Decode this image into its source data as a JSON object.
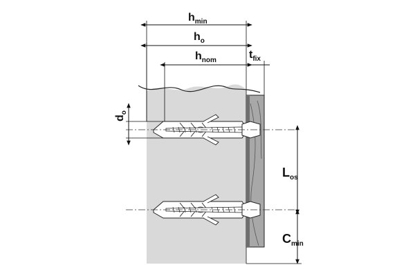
{
  "colors": {
    "substrate": "#d9d9d9",
    "fixture": "#a8a8a8",
    "fixture_dark": "#6e6e6e",
    "line": "#111111",
    "anchor_fill": "#ffffff"
  },
  "labels": {
    "h_min": {
      "main": "h",
      "sub": "min"
    },
    "h_0": {
      "main": "h",
      "sub": "o"
    },
    "h_nom": {
      "main": "h",
      "sub": "nom"
    },
    "t_fix": {
      "main": "t",
      "sub": "fix"
    },
    "d_0": {
      "main": "d",
      "sub": "o"
    },
    "L_os": {
      "main": "L",
      "sub": "os"
    },
    "C_min": {
      "main": "C",
      "sub": "min"
    }
  },
  "icons": [
    "wall-anchor-icon",
    "screw-icon"
  ]
}
